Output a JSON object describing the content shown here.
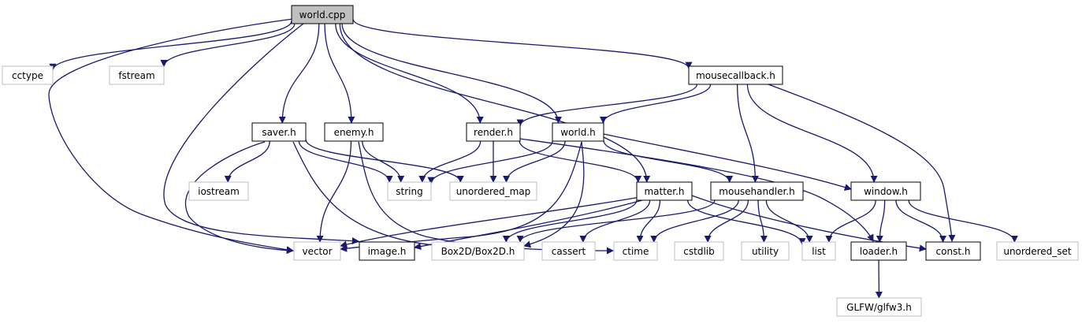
{
  "colors": {
    "edge": "#191970",
    "internal_border": "#000000",
    "external_border": "#bfbfbf",
    "root_fill": "#bfbfbf",
    "text": "#000000"
  },
  "nodes": [
    {
      "id": "world_cpp",
      "label": "world.cpp",
      "kind": "root"
    },
    {
      "id": "cctype",
      "label": "cctype",
      "kind": "external"
    },
    {
      "id": "fstream",
      "label": "fstream",
      "kind": "external"
    },
    {
      "id": "mousecallback",
      "label": "mousecallback.h",
      "kind": "internal"
    },
    {
      "id": "saver",
      "label": "saver.h",
      "kind": "internal"
    },
    {
      "id": "enemy",
      "label": "enemy.h",
      "kind": "internal"
    },
    {
      "id": "render",
      "label": "render.h",
      "kind": "internal"
    },
    {
      "id": "world_h",
      "label": "world.h",
      "kind": "internal"
    },
    {
      "id": "iostream",
      "label": "iostream",
      "kind": "external"
    },
    {
      "id": "string",
      "label": "string",
      "kind": "external"
    },
    {
      "id": "unordered_map",
      "label": "unordered_map",
      "kind": "external"
    },
    {
      "id": "matter",
      "label": "matter.h",
      "kind": "internal"
    },
    {
      "id": "mousehandler",
      "label": "mousehandler.h",
      "kind": "internal"
    },
    {
      "id": "window",
      "label": "window.h",
      "kind": "internal"
    },
    {
      "id": "vector",
      "label": "vector",
      "kind": "external"
    },
    {
      "id": "image",
      "label": "image.h",
      "kind": "internal"
    },
    {
      "id": "box2d",
      "label": "Box2D/Box2D.h",
      "kind": "external"
    },
    {
      "id": "cassert",
      "label": "cassert",
      "kind": "external"
    },
    {
      "id": "ctime",
      "label": "ctime",
      "kind": "external"
    },
    {
      "id": "cstdlib",
      "label": "cstdlib",
      "kind": "external"
    },
    {
      "id": "utility",
      "label": "utility",
      "kind": "external"
    },
    {
      "id": "list",
      "label": "list",
      "kind": "external"
    },
    {
      "id": "loader",
      "label": "loader.h",
      "kind": "internal"
    },
    {
      "id": "const",
      "label": "const.h",
      "kind": "internal"
    },
    {
      "id": "unordered_set",
      "label": "unordered_set",
      "kind": "external"
    },
    {
      "id": "glfw",
      "label": "GLFW/glfw3.h",
      "kind": "external"
    }
  ],
  "edges": [
    [
      "world_cpp",
      "cctype"
    ],
    [
      "world_cpp",
      "fstream"
    ],
    [
      "world_cpp",
      "mousecallback"
    ],
    [
      "world_cpp",
      "saver"
    ],
    [
      "world_cpp",
      "enemy"
    ],
    [
      "world_cpp",
      "render"
    ],
    [
      "world_cpp",
      "world_h"
    ],
    [
      "world_cpp",
      "matter"
    ],
    [
      "world_cpp",
      "vector"
    ],
    [
      "world_cpp",
      "image"
    ],
    [
      "mousecallback",
      "render"
    ],
    [
      "mousecallback",
      "world_h"
    ],
    [
      "mousecallback",
      "mousehandler"
    ],
    [
      "mousecallback",
      "window"
    ],
    [
      "mousecallback",
      "const"
    ],
    [
      "saver",
      "iostream"
    ],
    [
      "saver",
      "string"
    ],
    [
      "saver",
      "unordered_map"
    ],
    [
      "saver",
      "vector"
    ],
    [
      "saver",
      "box2d"
    ],
    [
      "enemy",
      "string"
    ],
    [
      "enemy",
      "vector"
    ],
    [
      "enemy",
      "ctime"
    ],
    [
      "render",
      "string"
    ],
    [
      "render",
      "unordered_map"
    ],
    [
      "render",
      "matter"
    ],
    [
      "render",
      "loader"
    ],
    [
      "world_h",
      "string"
    ],
    [
      "world_h",
      "unordered_map"
    ],
    [
      "world_h",
      "mousehandler"
    ],
    [
      "world_h",
      "window"
    ],
    [
      "world_h",
      "vector"
    ],
    [
      "world_h",
      "box2d"
    ],
    [
      "matter",
      "vector"
    ],
    [
      "matter",
      "image"
    ],
    [
      "matter",
      "box2d"
    ],
    [
      "matter",
      "cassert"
    ],
    [
      "matter",
      "ctime"
    ],
    [
      "matter",
      "list"
    ],
    [
      "matter",
      "const"
    ],
    [
      "mousehandler",
      "box2d"
    ],
    [
      "mousehandler",
      "ctime"
    ],
    [
      "mousehandler",
      "cstdlib"
    ],
    [
      "mousehandler",
      "utility"
    ],
    [
      "mousehandler",
      "list"
    ],
    [
      "window",
      "list"
    ],
    [
      "window",
      "loader"
    ],
    [
      "window",
      "const"
    ],
    [
      "window",
      "unordered_set"
    ],
    [
      "loader",
      "glfw"
    ]
  ]
}
